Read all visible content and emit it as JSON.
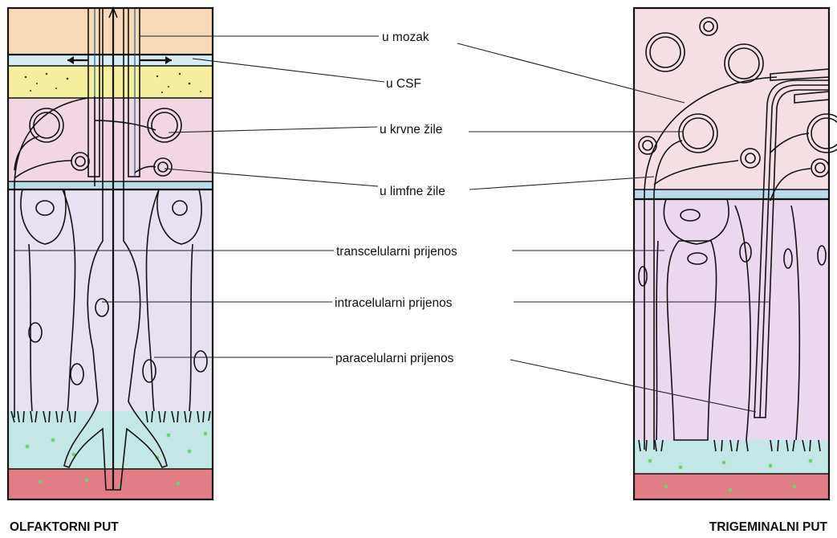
{
  "labels": {
    "to_brain": "u mozak",
    "to_csf": "u CSF",
    "to_blood_vessels": "u krvne žile",
    "to_lymph_vessels": "u limfne žile",
    "transcellular": "transcelularni prijenos",
    "intracellular": "intracelularni prijenos",
    "paracellular": "paracelularni prijenos"
  },
  "titles": {
    "olfactory": "OLFAKTORNI PUT",
    "trigeminal": "TRIGEMINALNI PUT"
  },
  "colors": {
    "brain_tissue": "#f5dfe4",
    "csf_band": "#d8ecf6",
    "bone_band": "#f5ee9c",
    "lamina_band": "#f2d6e3",
    "membrane": "#b8dcea",
    "epithelium": "#e7e1f0",
    "neuron": "#f4cc6b",
    "neuron_nucleus": "#e9822c",
    "blood_cell_outer": "#e67a52",
    "blood_cell_inner": "#e0314f",
    "lymph_cell_outer": "#5aab4b",
    "lymph_cell_inner": "#3ea0a8",
    "mucus": "#c3e7e4",
    "submucosa": "#e07d86",
    "axon_bundle": "#8bb9d8"
  }
}
